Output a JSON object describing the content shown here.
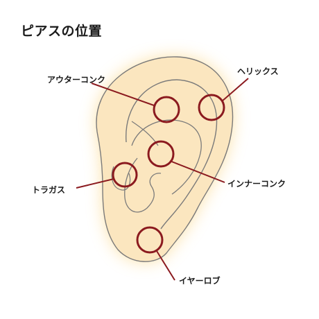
{
  "title": "ピアスの位置",
  "labels": {
    "outer_conch": "アウターコンク",
    "helix": "ヘリックス",
    "tragus": "トラガス",
    "inner_conch": "インナーコンク",
    "earlobe": "イヤーロブ"
  },
  "colors": {
    "marker": "#8b1a1f",
    "skin": "#fbe6bf",
    "glow": "#fcd88a",
    "outline": "#7a7a7a"
  }
}
